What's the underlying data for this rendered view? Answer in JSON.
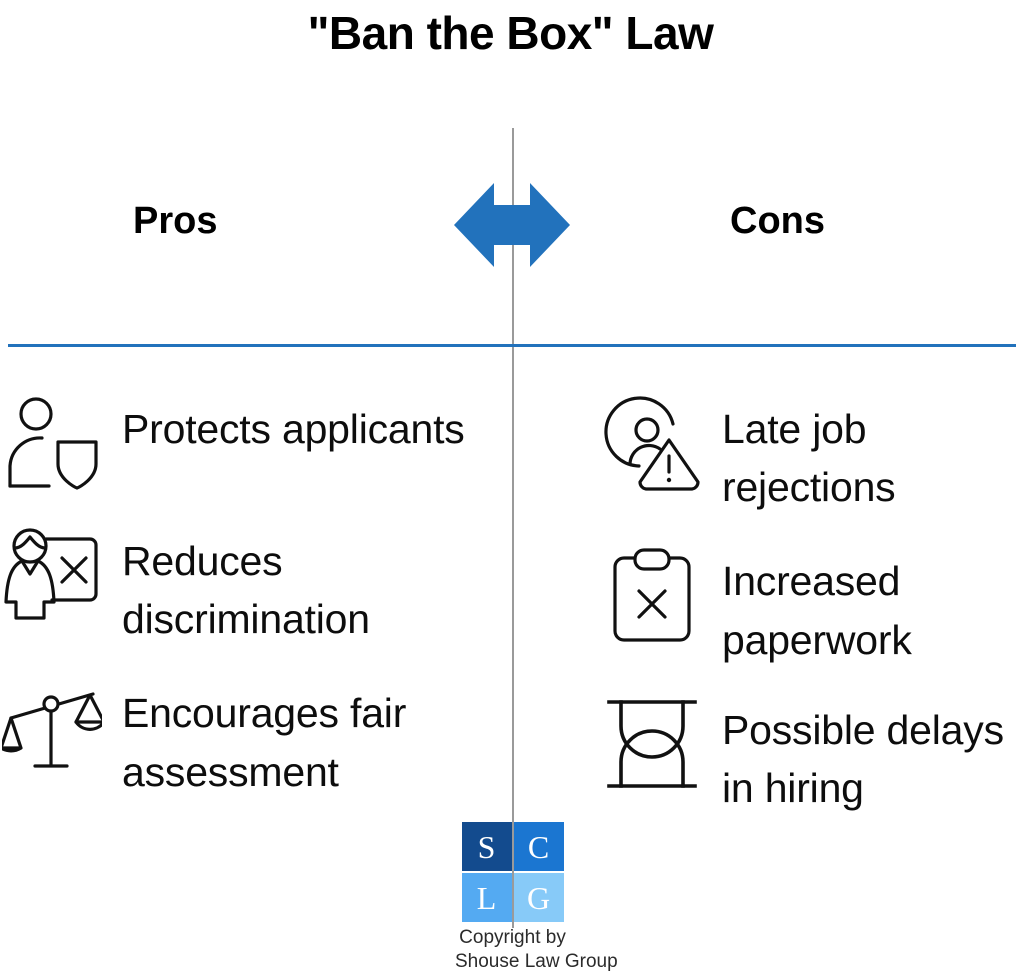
{
  "title": "\"Ban the Box\" Law",
  "center": {
    "arrow_icon": "double-arrow-left-right-icon",
    "arrow_color": "#2272BC"
  },
  "divider": {
    "horizontal_color": "#2272BC",
    "vertical_color": "#9A9A9A"
  },
  "columns": {
    "pros": {
      "heading": "Pros",
      "items": [
        {
          "icon": "person-shield-icon",
          "label": "Protects applicants"
        },
        {
          "icon": "person-no-discrimination-icon",
          "label": "Reduces discrimination"
        },
        {
          "icon": "balance-scale-icon",
          "label": "Encourages fair assessment"
        }
      ]
    },
    "cons": {
      "heading": "Cons",
      "items": [
        {
          "icon": "person-warning-icon",
          "label": "Late job rejections"
        },
        {
          "icon": "clipboard-x-icon",
          "label": "Increased paperwork"
        },
        {
          "icon": "hourglass-icon",
          "label": "Possible delays in hiring"
        }
      ]
    }
  },
  "logo": {
    "cells": [
      "S",
      "C",
      "L",
      "G"
    ],
    "colors": [
      "#134B8E",
      "#1B76D1",
      "#54AAF2",
      "#87CAF8"
    ],
    "copyright_line1": "Copyright by",
    "copyright_line2": "Shouse Law Group"
  }
}
